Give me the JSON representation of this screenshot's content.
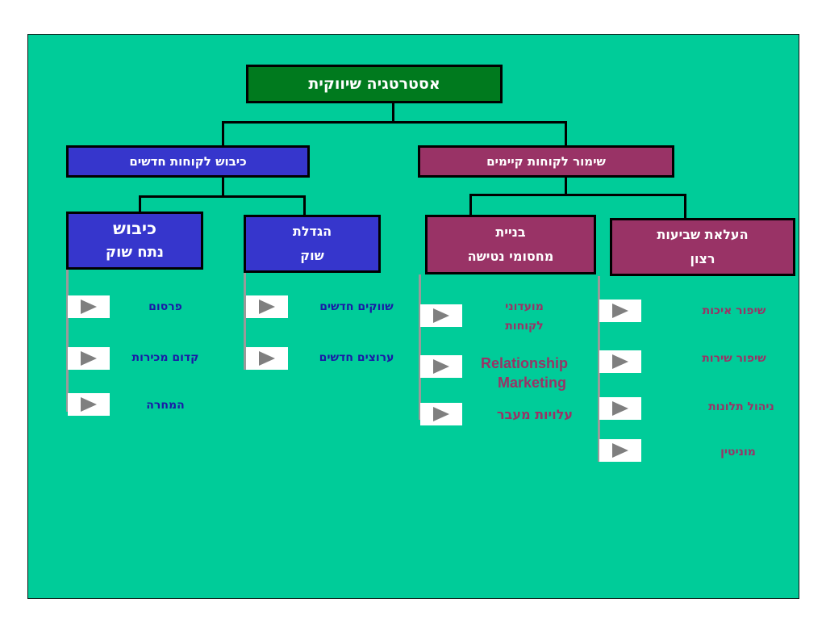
{
  "diagram": {
    "root": {
      "label": "אסטרטגיה שיווקית"
    },
    "branches": {
      "acquire": {
        "label": "כיבוש לקוחות חדשים"
      },
      "retain": {
        "label": "שימור לקוחות קיימים"
      }
    },
    "groups": {
      "conquest": {
        "line1": "כיבוש",
        "line2": "נתח שוק",
        "items": [
          "פרסום",
          "קדום מכירות",
          "המחרה"
        ]
      },
      "growth": {
        "line1": "הגדלת",
        "line2": "שוק",
        "items": [
          "שווקים חדשים",
          "ערוצים חדשים"
        ]
      },
      "barriers": {
        "line1": "בניית",
        "line2": "מחסומי נטישה",
        "items": [
          {
            "line1": "מועדוני",
            "line2": "לקוחות"
          },
          {
            "line1": "Relationship",
            "line2": "Marketing"
          },
          {
            "line1": "עלויות מעבר"
          }
        ]
      },
      "satisfaction": {
        "line1": "העלאת שביעות",
        "line2": "רצון",
        "items": [
          "שיפור איכות",
          "שיפור שירות",
          "ניהול תלונות",
          "מוניטין"
        ]
      }
    }
  },
  "colors": {
    "background": "#00cc99",
    "root": "#007a1e",
    "acquire": "#3636cc",
    "retain": "#993366",
    "arrow": "#7f7f7f",
    "connector": "#000000"
  },
  "icons": {
    "bullet": "play-arrow-icon"
  }
}
